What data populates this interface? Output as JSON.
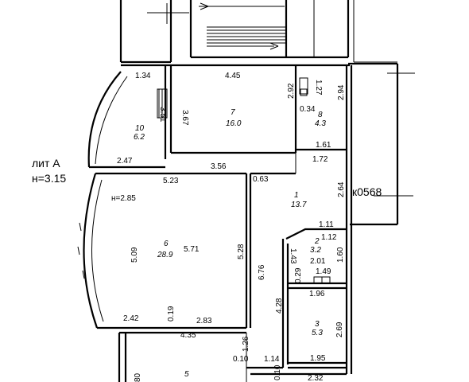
{
  "plan": {
    "building_label": "лит А",
    "height_label": "н=3.15",
    "mark_label": "к0568",
    "room_height": "н=2.85",
    "rooms": [
      {
        "num": "1",
        "area": "13.7"
      },
      {
        "num": "2",
        "area": "3.2"
      },
      {
        "num": "3",
        "area": "5.3"
      },
      {
        "num": "5",
        "area": ""
      },
      {
        "num": "6",
        "area": "28.9"
      },
      {
        "num": "7",
        "area": "16.0"
      },
      {
        "num": "8",
        "area": "4.3"
      },
      {
        "num": "10",
        "area": "6.2"
      }
    ],
    "dims": [
      "1.34",
      "4.45",
      "1.27",
      "3.51",
      "3.67",
      "2.92",
      "0.34",
      "2.94",
      "1.61",
      "2.47",
      "1.72",
      "3.56",
      "5.23",
      "0.63",
      "2.64",
      "1.11",
      "1.12",
      "5.09",
      "5.71",
      "5.28",
      "6.76",
      "1.43",
      "2.01",
      "1.60",
      "0.29",
      "1.49",
      "1.96",
      "4.28",
      "2.42",
      "0.19",
      "2.83",
      "2.69",
      "4.35",
      "1.26",
      "1.14",
      "1.95",
      "0.10",
      "0.10",
      "2.32",
      "80"
    ]
  }
}
